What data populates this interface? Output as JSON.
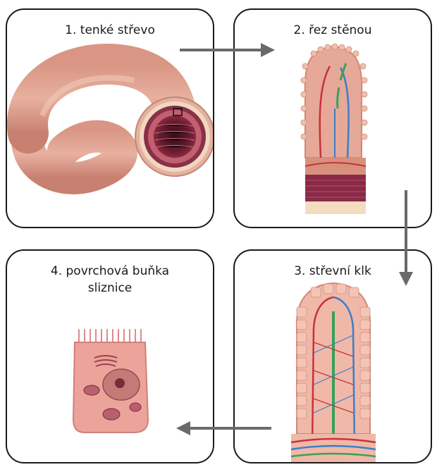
{
  "panels": {
    "p1": {
      "title": "1. tenké střevo"
    },
    "p2": {
      "title": "2. řez stěnou"
    },
    "p3": {
      "title": "3. střevní klk"
    },
    "p4": {
      "title_line1": "4. povrchová buňka",
      "title_line2": "sliznice"
    }
  },
  "colors": {
    "border": "#1a1a1a",
    "arrow": "#6a6a6a",
    "tissue_pink": "#e8a79a",
    "tissue_dark": "#7a2036",
    "vessel_red": "#c8323a",
    "vessel_blue": "#3a7fc8",
    "lymph_green": "#3aa05a"
  }
}
